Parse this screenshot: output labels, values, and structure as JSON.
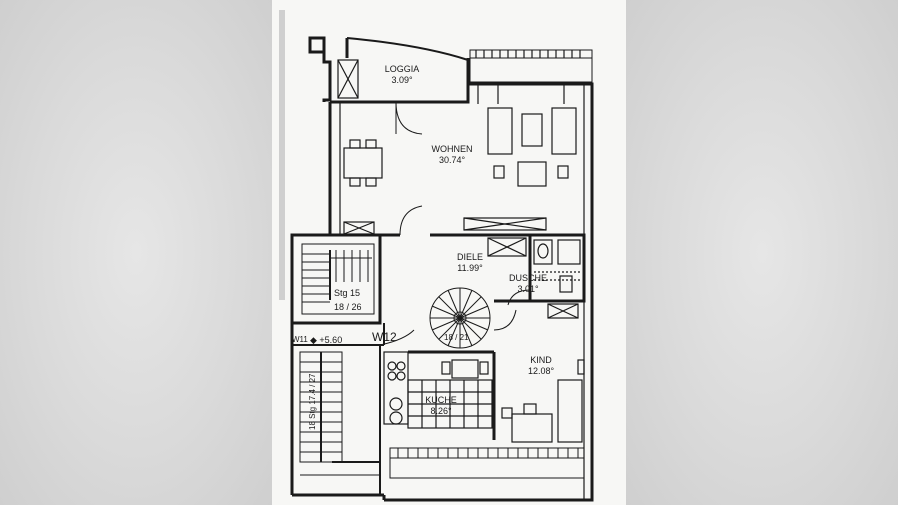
{
  "rooms": {
    "loggia": {
      "name": "LOGGIA",
      "area": "3.09°"
    },
    "wohnen": {
      "name": "WOHNEN",
      "area": "30.74°"
    },
    "diele": {
      "name": "DIELE",
      "area": "11.99°"
    },
    "dusche": {
      "name": "DUSCHE",
      "area": "3.01°"
    },
    "kind": {
      "name": "KIND",
      "area": "12.08°"
    },
    "kuche": {
      "name": "KUCHE",
      "area": "8.26°"
    }
  },
  "annotations": {
    "stg_label": "Stg  15",
    "stg_steps": "18 / 26",
    "spiral_steps": "18 / 21",
    "unit": "W12",
    "level": "◆ +5.60",
    "left_marker": "W11",
    "lower_stair": "18 Stg  17.4 / 27"
  },
  "colors": {
    "line": "#1a1a1a",
    "paper": "#f7f7f5",
    "background": "#d9d9d9"
  }
}
